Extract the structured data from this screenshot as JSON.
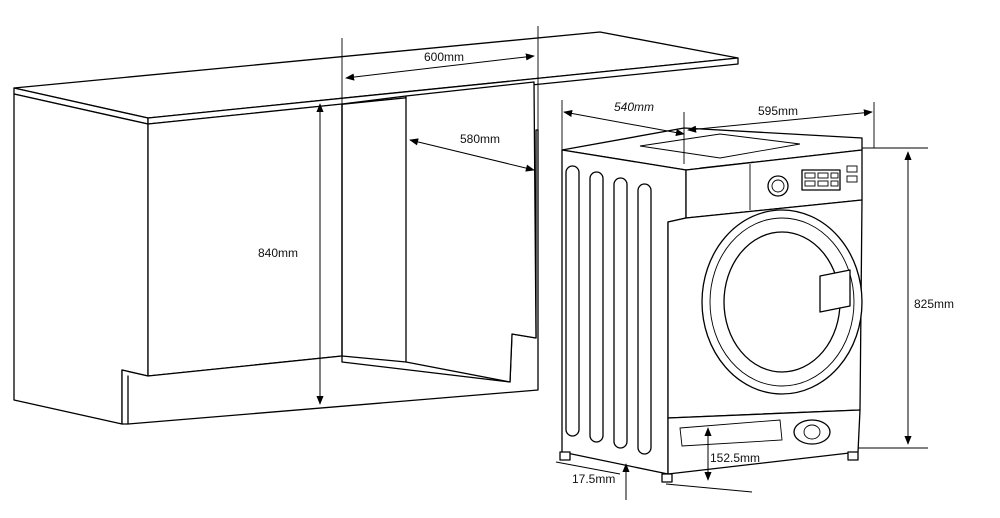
{
  "dimensions": {
    "cabinet_width": "600mm",
    "cabinet_depth": "580mm",
    "cabinet_height": "840mm",
    "machine_depth": "540mm",
    "machine_width": "595mm",
    "machine_height": "825mm",
    "door_gap": "152.5mm",
    "foot_height": "17.5mm"
  }
}
